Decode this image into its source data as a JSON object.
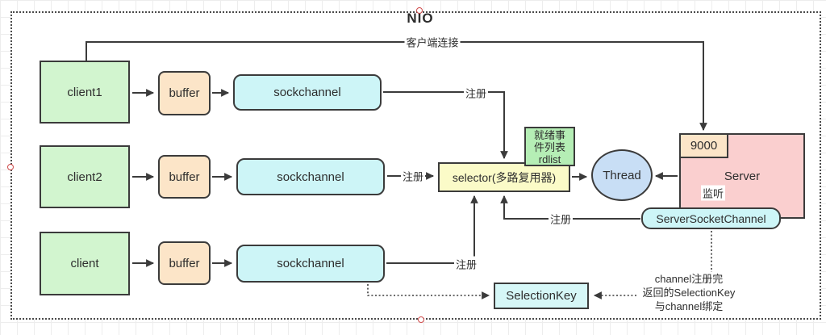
{
  "diagram": {
    "title": "NIO",
    "clients": [
      {
        "label": "client1"
      },
      {
        "label": "client2"
      },
      {
        "label": "client"
      }
    ],
    "buffer_label": "buffer",
    "sockchannel_label": "sockchannel",
    "selector_label": "selector(多路复用器)",
    "ready_list": {
      "label": "就绪事件列表",
      "name": "rdlist"
    },
    "thread_label": "Thread",
    "selection_key_label": "SelectionKey",
    "server": {
      "label": "Server",
      "port": "9000"
    },
    "server_socket_channel_label": "ServerSocketChannel",
    "edge_labels": {
      "client_connection": "客户端连接",
      "register": "注册",
      "listen": "监听"
    },
    "note_lines": [
      "channel注册完",
      "返回的SelectionKey",
      "与channel绑定"
    ],
    "colors": {
      "client_fill": "#d2f5cf",
      "buffer_fill": "#fce5c8",
      "channel_fill": "#cdf5f7",
      "selector_fill": "#fbfbc8",
      "ready_list_fill": "#b5eeb5",
      "thread_fill": "#c8def5",
      "server_fill": "#facfcf",
      "port_fill": "#fce5c8",
      "selection_key_fill": "#d6f7f7",
      "stroke": "#3b3b3b",
      "handle_stroke": "#cf4a4a"
    }
  }
}
